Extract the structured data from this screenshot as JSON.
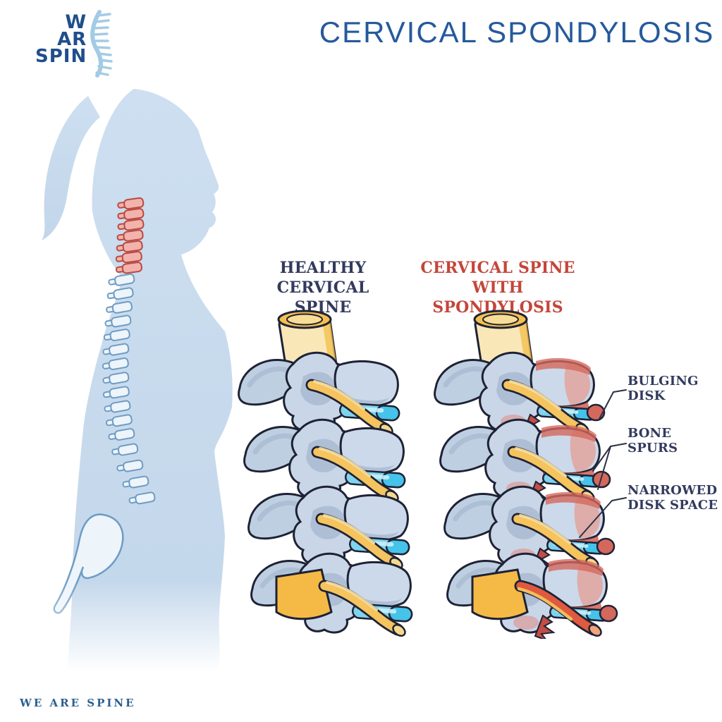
{
  "header": {
    "title": "CERVICAL SPONDYLOSIS",
    "title_color": "#255A9C"
  },
  "brand": {
    "logo": {
      "line1": "W",
      "line2": "AR",
      "line3": "SPIN",
      "icon": "spine-icon",
      "text_color": "#1F4E8C",
      "icon_color": "#A3CBE5"
    },
    "footer_text": "WE ARE SPINE",
    "footer_color": "#2C5F8E"
  },
  "panels": [
    {
      "id": "healthy",
      "heading_line1": "HEALTHY CERVICAL",
      "heading_line2": "SPINE",
      "heading_color": "#333A5E"
    },
    {
      "id": "spondylosis",
      "heading_line1": "CERVICAL SPINE WITH",
      "heading_line2": "SPONDYLOSIS",
      "heading_color": "#C4463A"
    }
  ],
  "callouts": [
    {
      "line1": "BULGING",
      "line2": "DISK"
    },
    {
      "line1": "BONE",
      "line2": "SPURS"
    },
    {
      "line1": "NARROWED",
      "line2": "DISK SPACE"
    }
  ],
  "figure": {
    "silhouette": "female profile silhouette with full spine, cervical region highlighted red",
    "colors": {
      "silhouette_blue": "#C9DCEE",
      "vertebra_fill": "#C5D2E2",
      "vertebra_shade": "#9FB2CB",
      "outline_dark": "#1E2235",
      "disk_cyan": "#7ED3EE",
      "disk_cyan_bright": "#45C3EA",
      "cord_cream": "#FAE7B8",
      "cord_yellow": "#F3C04F",
      "nerve_yellow": "#F5C45E",
      "nerve_highlight": "#FAE3A8",
      "inflamed_pink": "#E2A59E",
      "bulge_red": "#D4685C",
      "spur_red": "#C24E44",
      "pinched_nerve_red": "#E05A3F",
      "cervical_red_fill": "#F2B3AC",
      "cervical_red_stroke": "#BA4A42",
      "leader_line": "#2B3042"
    }
  }
}
